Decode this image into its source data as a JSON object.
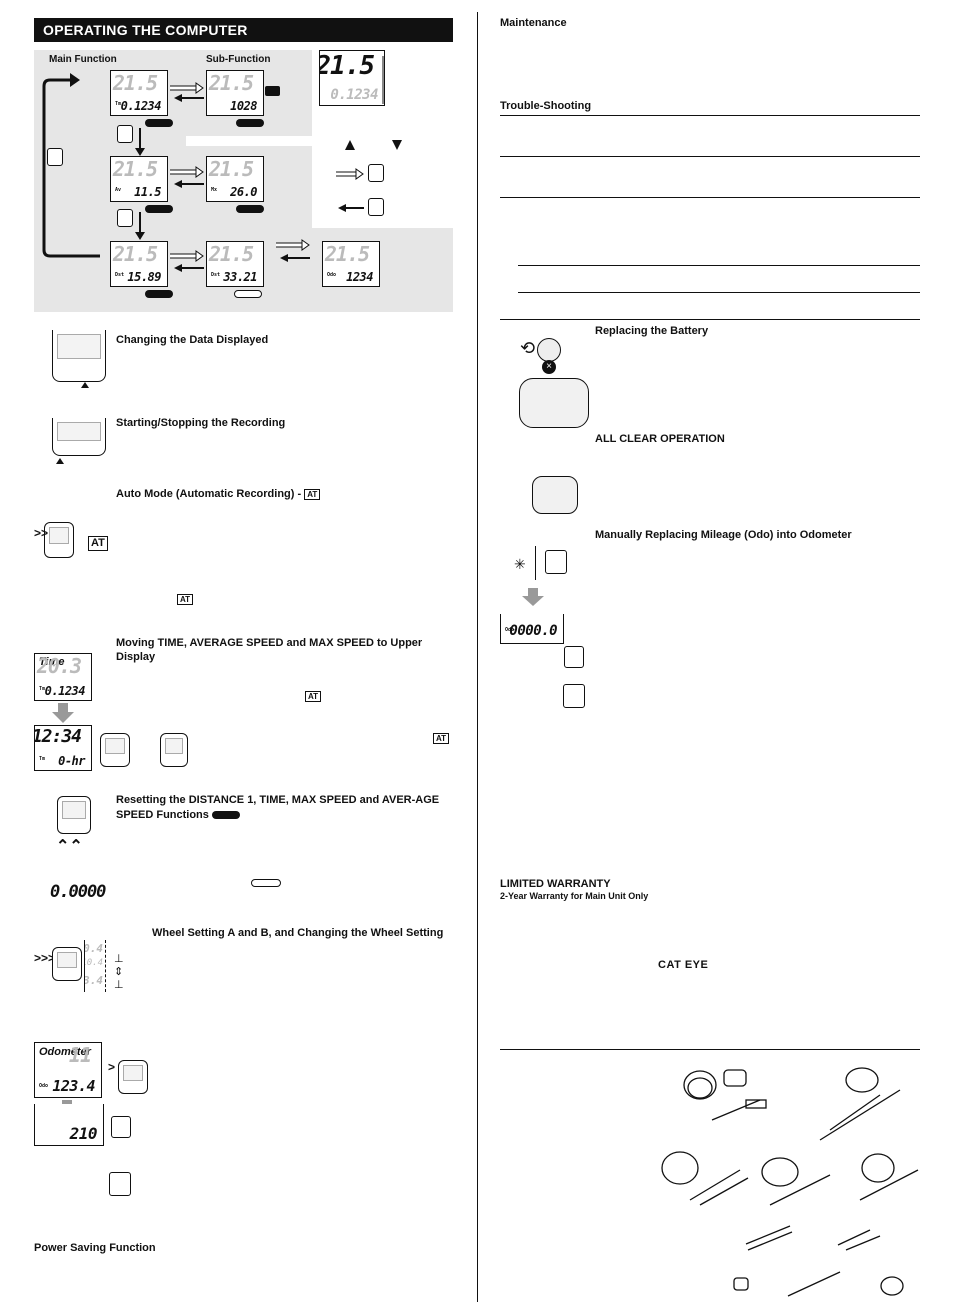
{
  "left": {
    "title": "OPERATING THE COMPUTER",
    "diagram": {
      "main_label": "Main Function",
      "sub_label": "Sub-Function",
      "rows": [
        {
          "main_upper": "21.5",
          "main_lower": "0.1234",
          "main_tag": "Tm",
          "sub_upper": "21.5",
          "sub_lower": "1028",
          "sub_tag": ""
        },
        {
          "main_upper": "21.5",
          "main_lower": "11.5",
          "main_tag": "Av",
          "sub_upper": "21.5",
          "sub_lower": "26.0",
          "sub_tag": "Mx"
        },
        {
          "main_upper": "21.5",
          "main_lower": "15.89",
          "main_tag": "Dst",
          "sub_upper": "21.5",
          "sub_lower": "33.21",
          "sub_tag": "Dst",
          "extra_upper": "21.5",
          "extra_lower": "1234",
          "extra_tag": "Odo"
        }
      ],
      "preview_upper": "21.5",
      "preview_lower": "0.1234"
    },
    "sections": {
      "changing": "Changing the Data Displayed",
      "starting": "Starting/Stopping the Recording",
      "auto_mode": "Auto Mode (Automatic Recording) -",
      "at_icon": "AT",
      "moving": "Moving TIME, AVERAGE SPEED and MAX SPEED to Upper Display",
      "resetting": "Resetting the DISTANCE 1, TIME, MAX SPEED and AVER-AGE SPEED Functions",
      "wheel": "Wheel Setting A and B, and Changing the Wheel Setting",
      "power": "Power Saving Function"
    },
    "time_display": {
      "label": "Time",
      "upper": "20.3",
      "lower": "0.1234",
      "tag": "Tm"
    },
    "clock_display": {
      "upper": "12:34",
      "lower": "0-hr",
      "tag": "Tm"
    },
    "reset_value": "0.0000",
    "odo_display": {
      "label": "Odometer",
      "upper": "11",
      "lower": "123.4",
      "tag": "Odo"
    },
    "odo_edit": "210",
    "wheel_vals": [
      "10.4",
      "10.4",
      "13.4"
    ]
  },
  "right": {
    "maintenance": "Maintenance",
    "trouble": "Trouble-Shooting",
    "battery": "Replacing the Battery",
    "all_clear": "ALL CLEAR OPERATION",
    "manual_odo": "Manually Replacing Mileage (Odo) into Odometer",
    "odo_value": "0000.0",
    "odo_tag": "Odo",
    "warranty": "LIMITED WARRANTY",
    "warranty_sub": "2-Year Warranty for Main Unit Only",
    "brand": "CAT EYE"
  }
}
